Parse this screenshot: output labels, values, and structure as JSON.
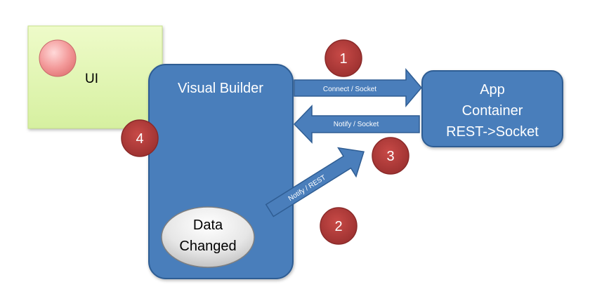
{
  "ui_box": {
    "label": "UI"
  },
  "visual_builder": {
    "title": "Visual Builder"
  },
  "data_changed": {
    "line1": "Data",
    "line2": "Changed"
  },
  "app_container": {
    "line1": "App",
    "line2": "Container",
    "line3": "REST->Socket"
  },
  "arrows": {
    "connect": "Connect / Socket",
    "notify_socket": "Notify / Socket",
    "notify_rest": "Notify / REST"
  },
  "steps": {
    "s1": "1",
    "s2": "2",
    "s3": "3",
    "s4": "4"
  },
  "colors": {
    "blue": "#4a7ebb",
    "blue_stroke": "#2f5d93",
    "green": "#e4f7b7",
    "red_step": "#b03a38",
    "white": "#ffffff"
  }
}
